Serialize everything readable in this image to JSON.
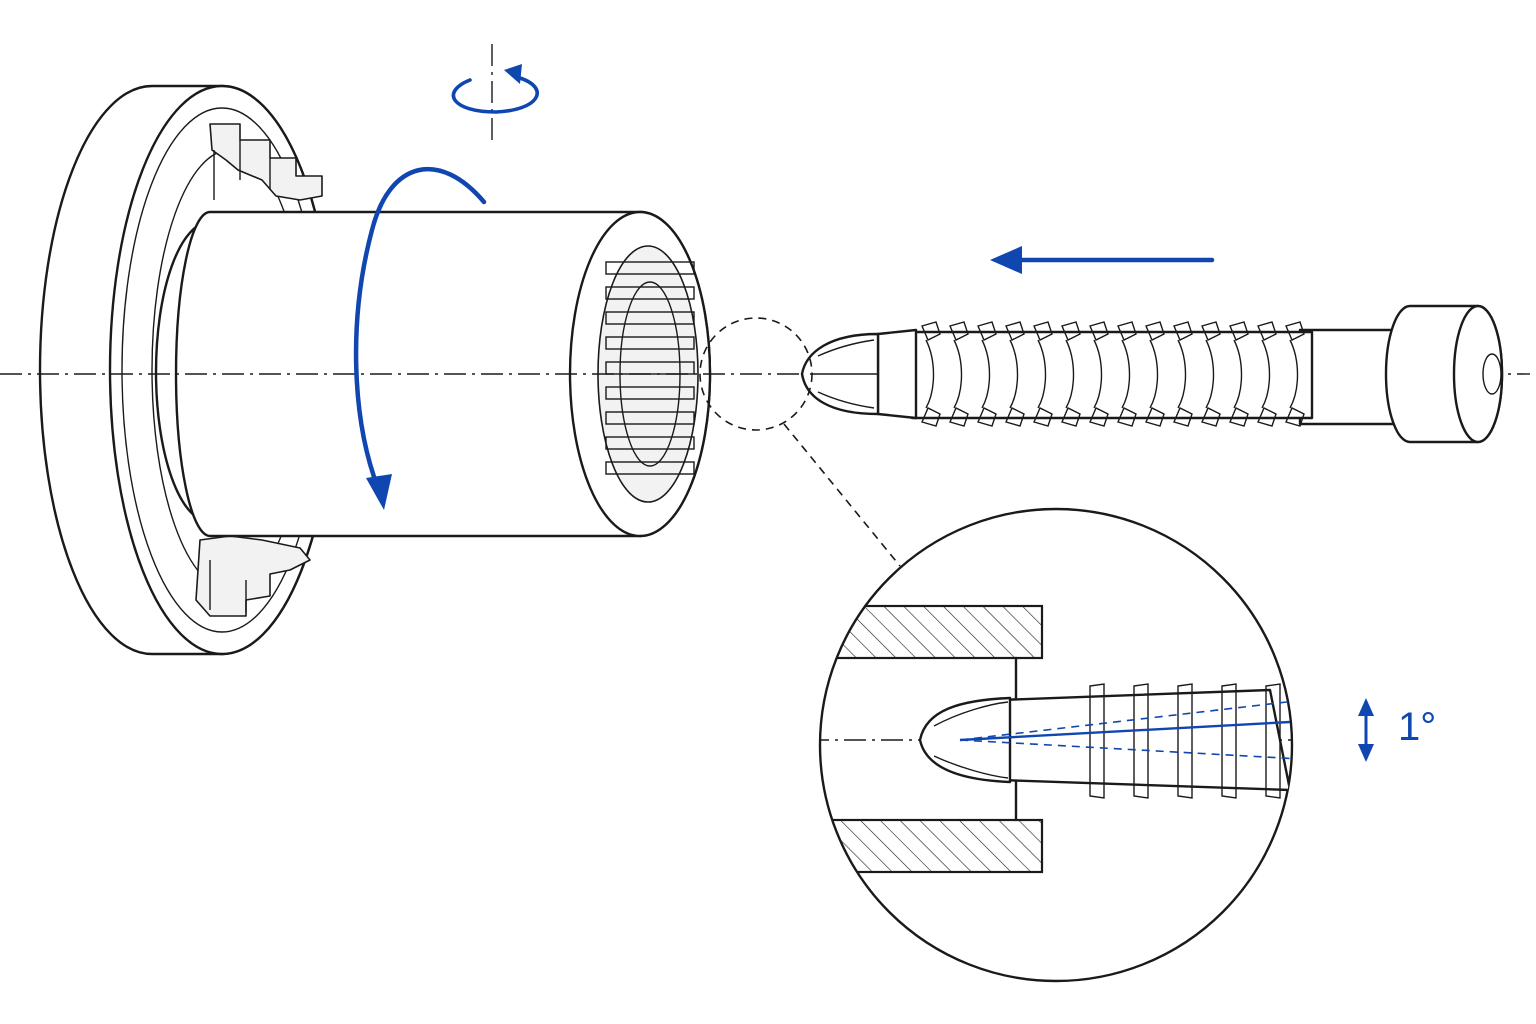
{
  "annotations": {
    "tilt_angle": "1°"
  },
  "colors": {
    "accent": "#1046b0",
    "line": "#1a1a1a",
    "background": "#ffffff"
  },
  "thread": {
    "ridge_count": 14
  },
  "splines": {
    "count": 9
  }
}
